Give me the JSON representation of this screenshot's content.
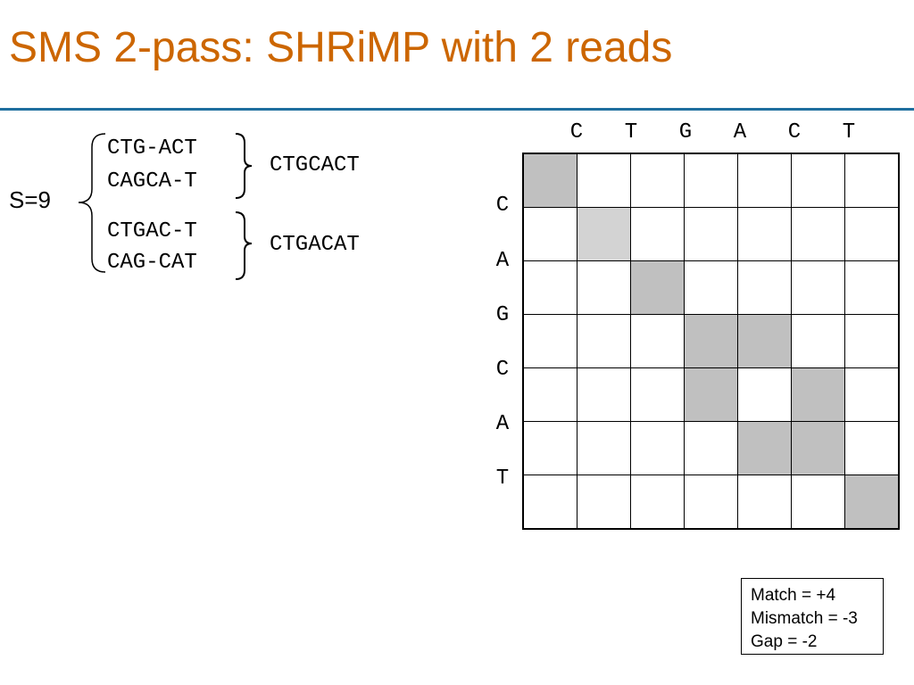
{
  "title": "SMS 2-pass: SHRiMP with 2 reads",
  "score_label": "S=9",
  "read_groups": [
    {
      "reads": [
        "CTG-ACT",
        "CAGCA-T"
      ],
      "consensus": "CTGCACT"
    },
    {
      "reads": [
        "CTGAC-T",
        "CAG-CAT"
      ],
      "consensus": "CTGACAT"
    }
  ],
  "matrix": {
    "columns": [
      "C",
      "T",
      "G",
      "A",
      "C",
      "T"
    ],
    "rows": [
      "C",
      "A",
      "G",
      "C",
      "A",
      "T"
    ],
    "highlighted_cells": [
      [
        0,
        0
      ],
      [
        1,
        1
      ],
      [
        2,
        2
      ],
      [
        3,
        3
      ],
      [
        3,
        4
      ],
      [
        4,
        3
      ],
      [
        4,
        5
      ],
      [
        5,
        4
      ],
      [
        5,
        5
      ],
      [
        6,
        6
      ]
    ],
    "light_cells": [
      [
        1,
        1
      ]
    ]
  },
  "legend": [
    "Match = +4",
    "Mismatch = -3",
    "Gap = -2"
  ],
  "colors": {
    "title": "#cc6600",
    "rule": "#1f6f9f",
    "highlight": "#c0c0c0"
  }
}
